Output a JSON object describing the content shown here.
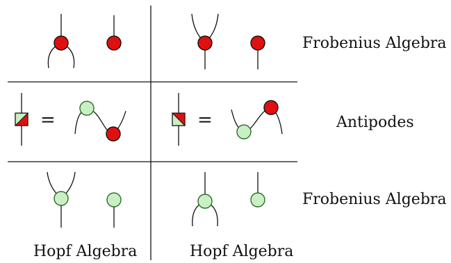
{
  "labels": {
    "row1": "Frobenius Algebra",
    "row2": "Antipodes",
    "row3": "Frobenius Algebra",
    "col1": "Hopf Algebra",
    "col2": "Hopf Algebra"
  },
  "equals_sign": "=",
  "colors": {
    "red": "#e01010",
    "green": "#c9f0c5",
    "green_stroke": "#2f6b2a",
    "ink": "#111111"
  }
}
